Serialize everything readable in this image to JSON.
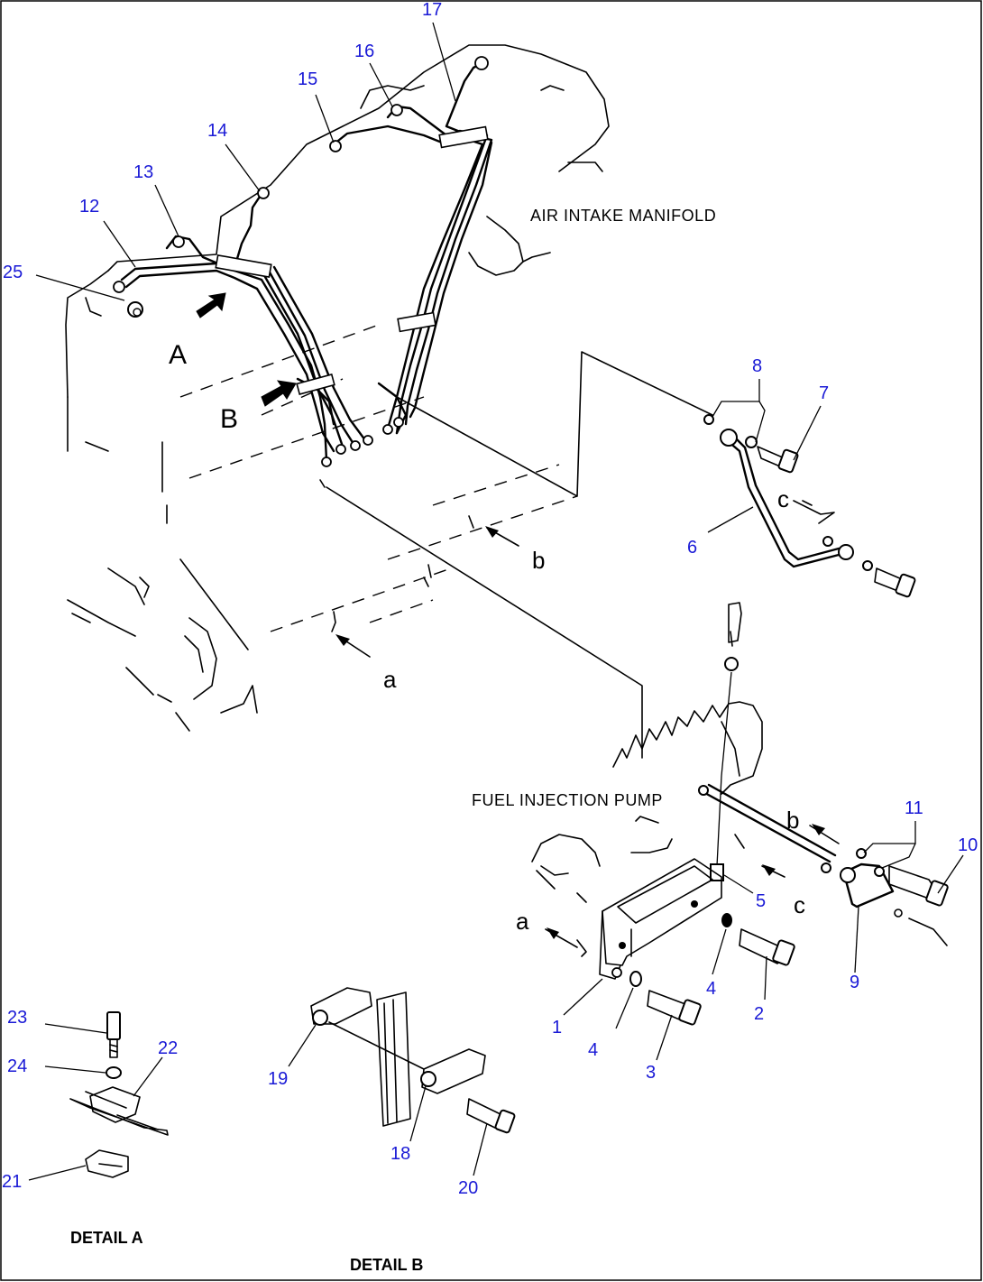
{
  "labels": {
    "air_intake_manifold": "AIR INTAKE MANIFOLD",
    "fuel_injection_pump": "FUEL INJECTION PUMP",
    "detail_a": "DETAIL A",
    "detail_b": "DETAIL B"
  },
  "view_letters": {
    "A": "A",
    "B": "B",
    "a1": "a",
    "a2": "a",
    "b1": "b",
    "b2": "b",
    "c1": "c",
    "c2": "c"
  },
  "callouts": {
    "n1": "1",
    "n2": "2",
    "n3": "3",
    "n4a": "4",
    "n4b": "4",
    "n5": "5",
    "n6": "6",
    "n7": "7",
    "n8": "8",
    "n9": "9",
    "n10": "10",
    "n11": "11",
    "n12": "12",
    "n13": "13",
    "n14": "14",
    "n15": "15",
    "n16": "16",
    "n17": "17",
    "n18": "18",
    "n19": "19",
    "n20": "20",
    "n21": "21",
    "n22": "22",
    "n23": "23",
    "n24": "24",
    "n25": "25"
  },
  "colors": {
    "callout": "#1a1ad6",
    "line": "#000000",
    "background": "#ffffff"
  }
}
